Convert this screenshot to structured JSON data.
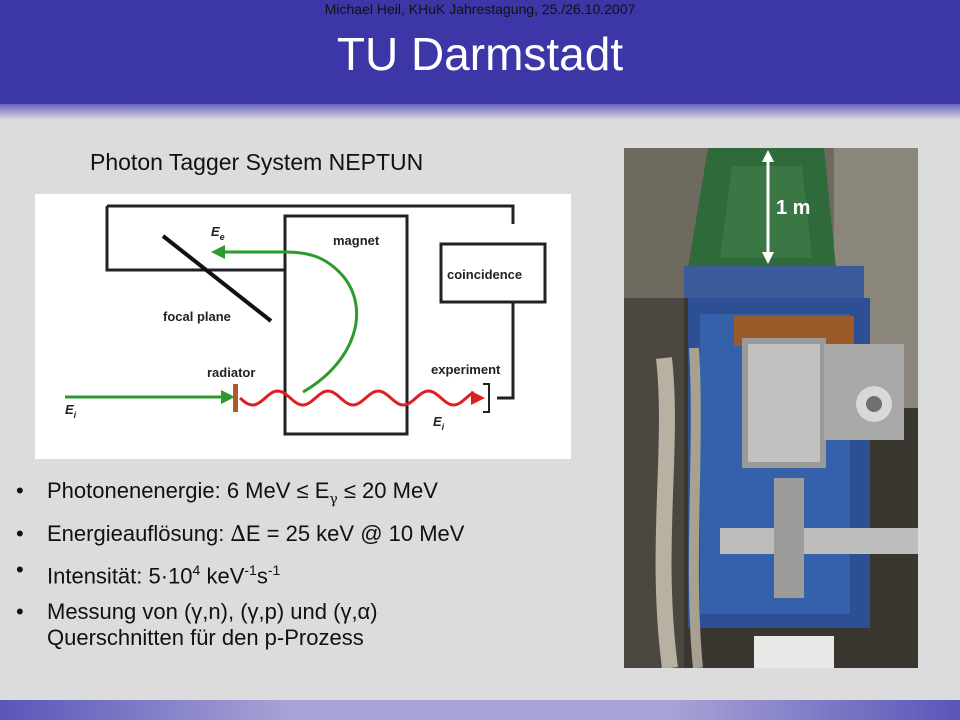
{
  "slide": {
    "title": "TU Darmstadt",
    "subtitle": "Photon Tagger System NEPTUN",
    "footer": "Michael Heil, KHuK Jahrestagung, 25./26.10.2007"
  },
  "diagram": {
    "magnet": "magnet",
    "coincidence": "coincidence",
    "focal_plane": "focal plane",
    "radiator": "radiator",
    "experiment": "experiment",
    "e_e": "E",
    "e_e_sub": "e",
    "e_i_left": "E",
    "e_i_left_sub": "i",
    "e_i_right": "E",
    "e_i_right_sub": "i",
    "colors": {
      "electron": "#2e9a2e",
      "photon": "#e02020",
      "radiator": "#b05a2a"
    }
  },
  "photo": {
    "scale_label": "1 m"
  },
  "bullets": [
    {
      "text": "Photonenenergie: 6 MeV ≤ E",
      "sub": "γ",
      "tail": " ≤ 20 MeV"
    },
    {
      "text": "Energieauflösung: ",
      "sym": "∆",
      "tail": "E = 25 keV @ 10 MeV"
    },
    {
      "text": "Intensität: 5·10",
      "sup1": "4",
      "mid": " keV",
      "sup2": "-1",
      "mid2": "s",
      "sup3": "-1"
    },
    {
      "line1": "Messung von (γ,n), (γ,p) und (γ,α)",
      "line2": "Querschnitten für den p-Prozess"
    }
  ],
  "bullet_glyph": "•"
}
